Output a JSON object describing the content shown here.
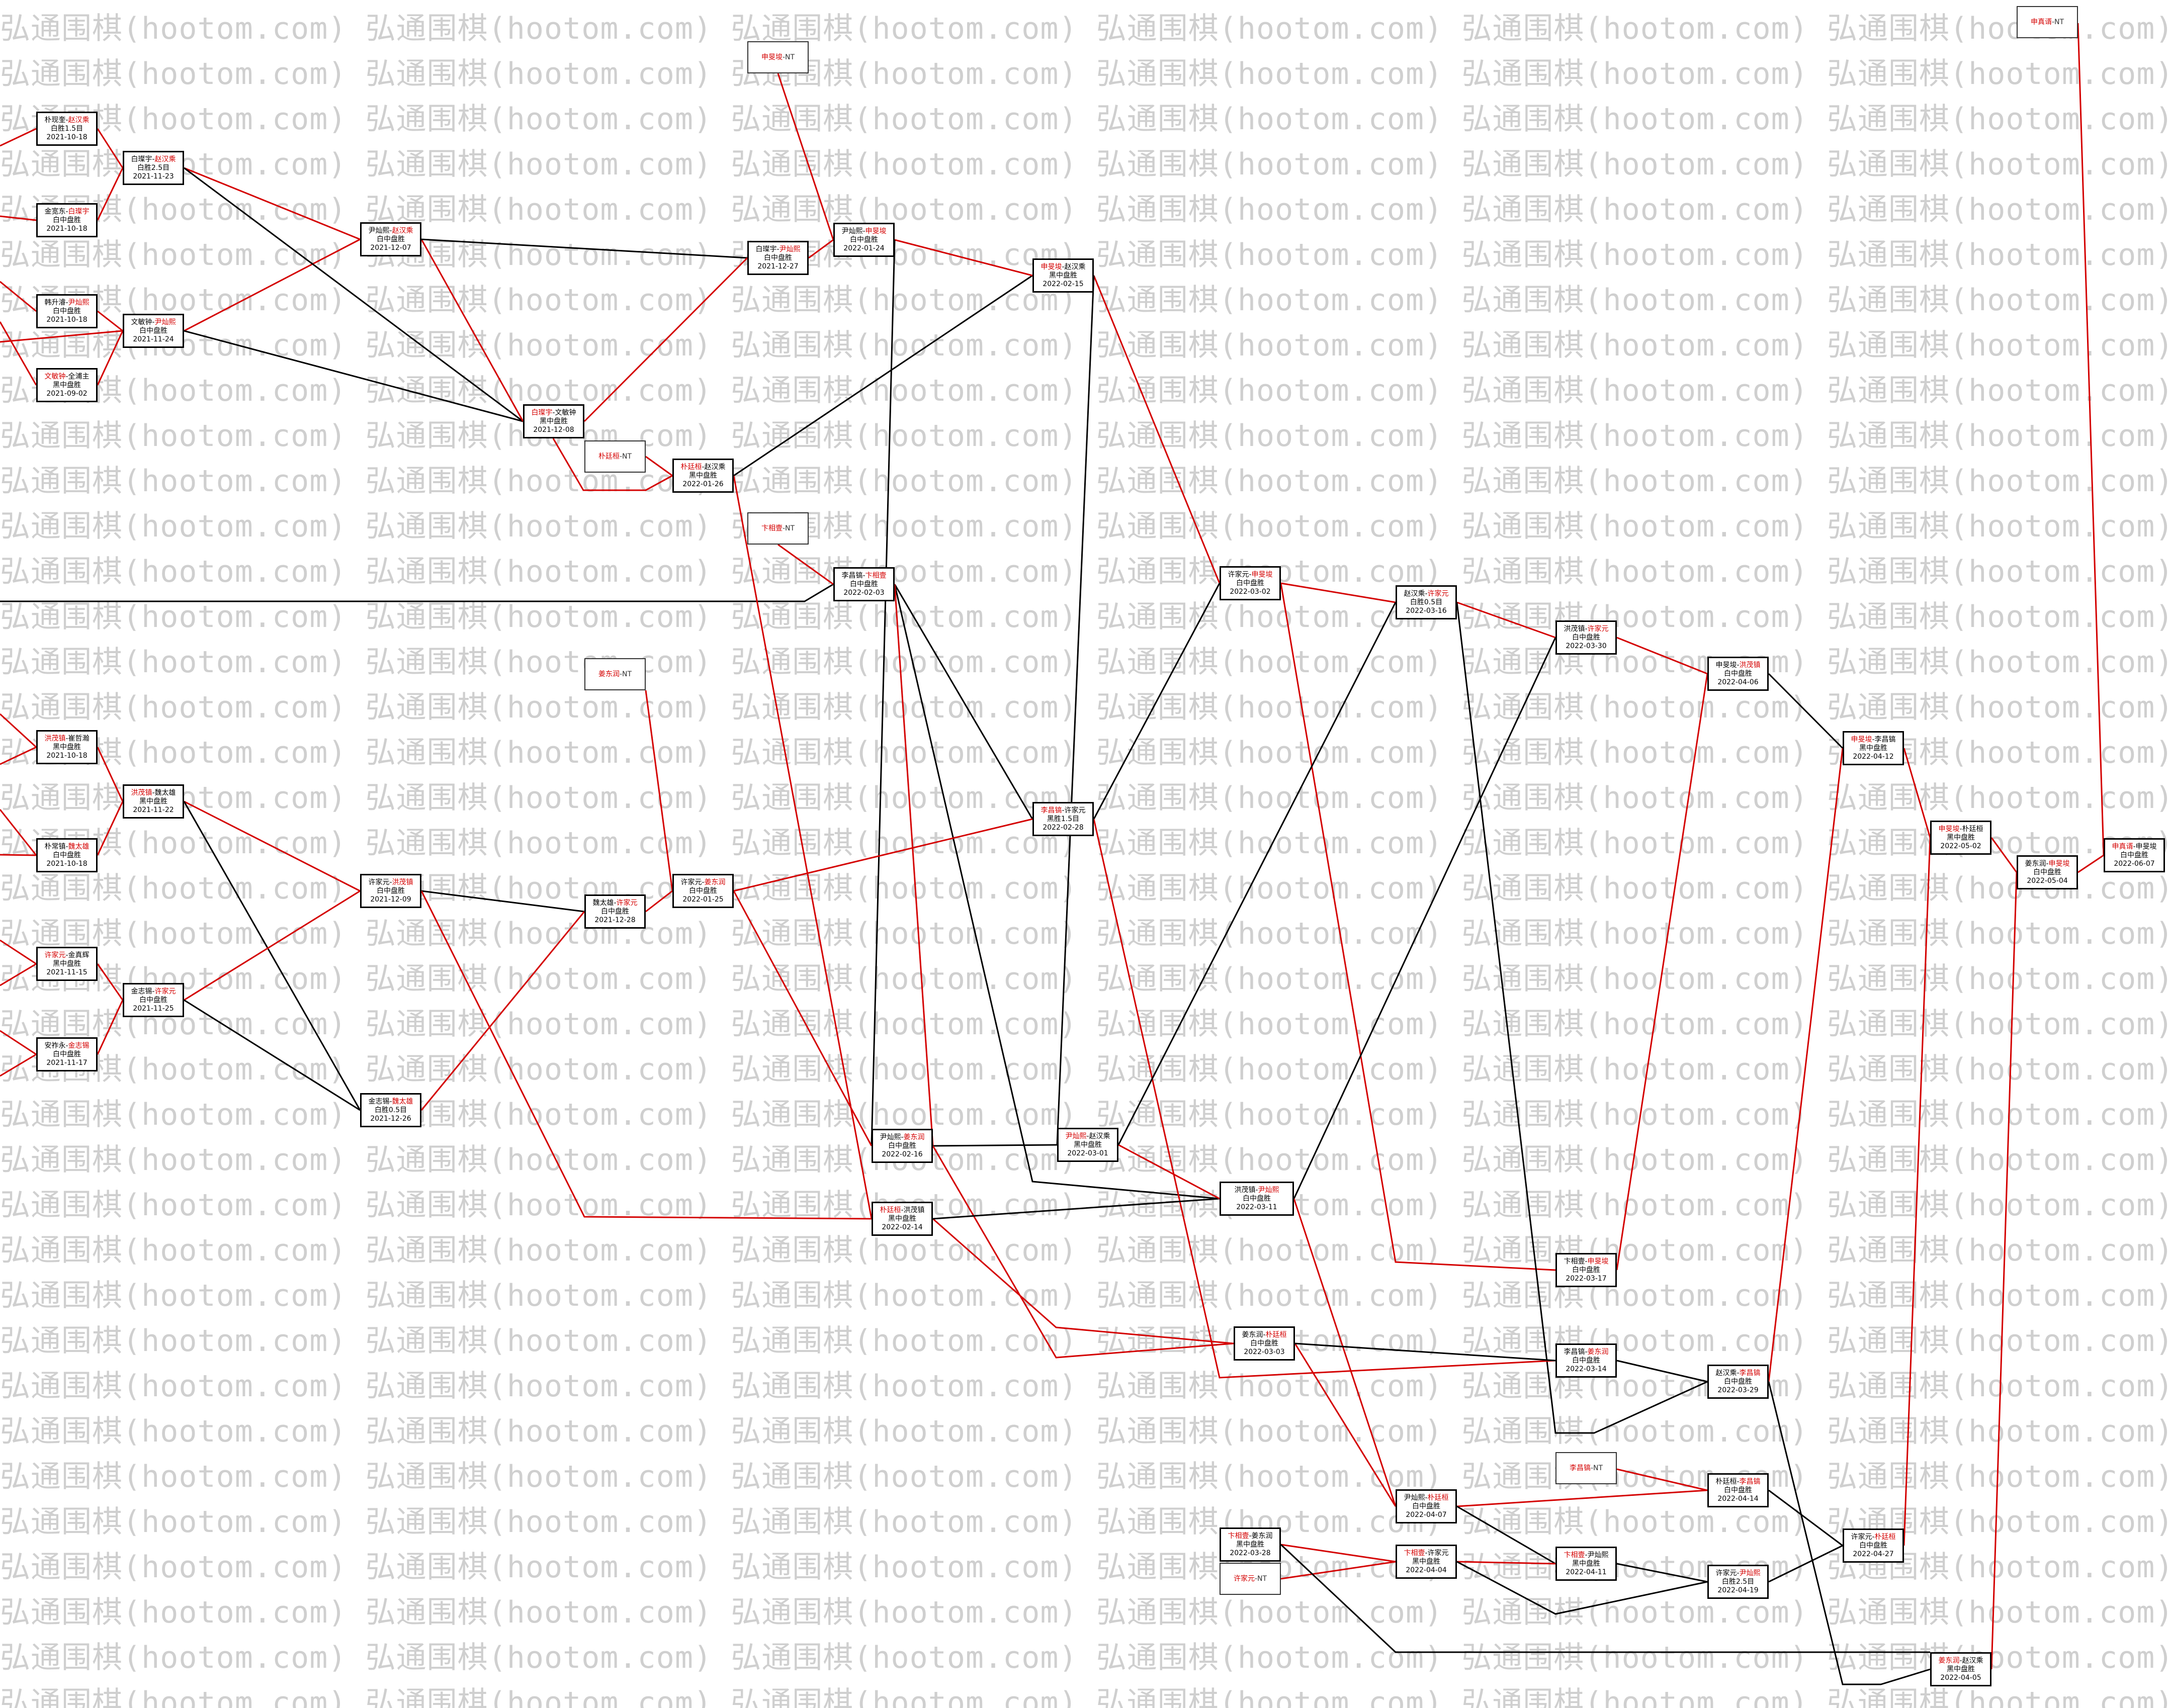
{
  "watermark": "弘通围棋(hootom.com)",
  "colors": {
    "win_line": "#d40000",
    "loss_line": "#000000",
    "winner_text": "#d40000",
    "watermark": "#cfcfcf"
  },
  "nodes": [
    {
      "id": "n1",
      "a": "朴现奎",
      "b": "赵汉乘",
      "w": "b",
      "res": "白胜1.5目",
      "date": "2021-10-18"
    },
    {
      "id": "n2",
      "a": "金宽东",
      "b": "白璨宇",
      "w": "b",
      "res": "白中盘胜",
      "date": "2021-10-18"
    },
    {
      "id": "n3",
      "a": "韩升濬",
      "b": "尹灿熙",
      "w": "b",
      "res": "白中盘胜",
      "date": "2021-10-18"
    },
    {
      "id": "n4",
      "a": "文敏钟",
      "b": "全浦主",
      "w": "a",
      "res": "黑中盘胜",
      "date": "2021-09-02"
    },
    {
      "id": "n5",
      "a": "白璨宇",
      "b": "赵汉乘",
      "w": "b",
      "res": "白胜2.5目",
      "date": "2021-11-23"
    },
    {
      "id": "n6",
      "a": "文敏钟",
      "b": "尹灿熙",
      "w": "b",
      "res": "白中盘胜",
      "date": "2021-11-24"
    },
    {
      "id": "n7",
      "a": "尹灿熙",
      "b": "赵汉乘",
      "w": "b",
      "res": "白中盘胜",
      "date": "2021-12-07"
    },
    {
      "id": "n8",
      "a": "白璨宇",
      "b": "文敏钟",
      "w": "a",
      "res": "黑中盘胜",
      "date": "2021-12-08"
    },
    {
      "id": "n9",
      "a": "朴廷桓",
      "b": "NT",
      "w": "a",
      "res": "",
      "date": ""
    },
    {
      "id": "n10",
      "a": "白璨宇",
      "b": "尹灿熙",
      "w": "b",
      "res": "白中盘胜",
      "date": "2021-12-27"
    },
    {
      "id": "n11",
      "a": "朴廷桓",
      "b": "赵汉乘",
      "w": "a",
      "res": "黑中盘胜",
      "date": "2022-01-26"
    },
    {
      "id": "n12",
      "a": "申旻埈",
      "b": "NT",
      "w": "a",
      "res": "",
      "date": ""
    },
    {
      "id": "n13",
      "a": "尹灿熙",
      "b": "申旻埈",
      "w": "b",
      "res": "白中盘胜",
      "date": "2022-01-24"
    },
    {
      "id": "n14",
      "a": "申旻埈",
      "b": "赵汉乘",
      "w": "a",
      "res": "黑中盘胜",
      "date": "2022-02-15"
    },
    {
      "id": "n15",
      "a": "卞相壹",
      "b": "NT",
      "w": "a",
      "res": "",
      "date": ""
    },
    {
      "id": "n16",
      "a": "李昌镐",
      "b": "卞相壹",
      "w": "b",
      "res": "白中盘胜",
      "date": "2022-02-03"
    },
    {
      "id": "n17",
      "a": "许家元",
      "b": "申旻埈",
      "w": "b",
      "res": "白中盘胜",
      "date": "2022-03-02"
    },
    {
      "id": "n18",
      "a": "赵汉乘",
      "b": "许家元",
      "w": "b",
      "res": "白胜0.5目",
      "date": "2022-03-16"
    },
    {
      "id": "n19",
      "a": "姜东润",
      "b": "NT",
      "w": "a",
      "res": "",
      "date": ""
    },
    {
      "id": "n20",
      "a": "洪茂镇",
      "b": "崔哲瀚",
      "w": "a",
      "res": "黑中盘胜",
      "date": "2021-10-18"
    },
    {
      "id": "n21",
      "a": "朴常镇",
      "b": "魏太雄",
      "w": "b",
      "res": "白中盘胜",
      "date": "2021-10-18"
    },
    {
      "id": "n22",
      "a": "洪茂镇",
      "b": "魏太雄",
      "w": "a",
      "res": "黑中盘胜",
      "date": "2021-11-22"
    },
    {
      "id": "n23",
      "a": "许家元",
      "b": "洪茂镇",
      "w": "b",
      "res": "白中盘胜",
      "date": "2021-12-09"
    },
    {
      "id": "n24",
      "a": "魏太雄",
      "b": "许家元",
      "w": "b",
      "res": "白中盘胜",
      "date": "2021-12-28"
    },
    {
      "id": "n25",
      "a": "许家元",
      "b": "姜东润",
      "w": "b",
      "res": "白中盘胜",
      "date": "2022-01-25"
    },
    {
      "id": "n26",
      "a": "李昌镐",
      "b": "许家元",
      "w": "a",
      "res": "黑胜1.5目",
      "date": "2022-02-28"
    },
    {
      "id": "n27",
      "a": "许家元",
      "b": "金真辉",
      "w": "a",
      "res": "黑中盘胜",
      "date": "2021-11-15"
    },
    {
      "id": "n28",
      "a": "安祚永",
      "b": "金志锡",
      "w": "b",
      "res": "白中盘胜",
      "date": "2021-11-17"
    },
    {
      "id": "n29",
      "a": "金志锡",
      "b": "许家元",
      "w": "b",
      "res": "白中盘胜",
      "date": "2021-11-25"
    },
    {
      "id": "n30",
      "a": "金志锡",
      "b": "魏太雄",
      "w": "b",
      "res": "白胜0.5目",
      "date": "2021-12-26"
    },
    {
      "id": "n31",
      "a": "尹灿熙",
      "b": "姜东润",
      "w": "b",
      "res": "白中盘胜",
      "date": "2022-02-16"
    },
    {
      "id": "n32",
      "a": "尹灿熙",
      "b": "赵汉乘",
      "w": "a",
      "res": "黑中盘胜",
      "date": "2022-03-01"
    },
    {
      "id": "n33",
      "a": "朴廷桓",
      "b": "洪茂镇",
      "w": "a",
      "res": "黑中盘胜",
      "date": "2022-02-14"
    },
    {
      "id": "n34",
      "a": "洪茂镇",
      "b": "尹灿熙",
      "w": "b",
      "res": "白中盘胜",
      "date": "2022-03-11"
    },
    {
      "id": "n35",
      "a": "姜东润",
      "b": "朴廷桓",
      "w": "b",
      "res": "白中盘胜",
      "date": "2022-03-03"
    },
    {
      "id": "n36",
      "a": "洪茂镇",
      "b": "许家元",
      "w": "b",
      "res": "白中盘胜",
      "date": "2022-03-30"
    },
    {
      "id": "n37",
      "a": "申旻埈",
      "b": "洪茂镇",
      "w": "b",
      "res": "白中盘胜",
      "date": "2022-04-06"
    },
    {
      "id": "n38",
      "a": "卞相壹",
      "b": "申旻埈",
      "w": "b",
      "res": "白中盘胜",
      "date": "2022-03-17"
    },
    {
      "id": "n39",
      "a": "李昌镐",
      "b": "姜东润",
      "w": "b",
      "res": "白中盘胜",
      "date": "2022-03-14"
    },
    {
      "id": "n40",
      "a": "赵汉乘",
      "b": "李昌镐",
      "w": "b",
      "res": "白中盘胜",
      "date": "2022-03-29"
    },
    {
      "id": "n41",
      "a": "申旻埈",
      "b": "李昌镐",
      "w": "a",
      "res": "黑中盘胜",
      "date": "2022-04-12"
    },
    {
      "id": "n42",
      "a": "申旻埈",
      "b": "朴廷桓",
      "w": "a",
      "res": "黑中盘胜",
      "date": "2022-05-02"
    },
    {
      "id": "n43",
      "a": "姜东润",
      "b": "申旻埈",
      "w": "b",
      "res": "白中盘胜",
      "date": "2022-05-04"
    },
    {
      "id": "n44",
      "a": "申真谞",
      "b": "申旻埈",
      "w": "a",
      "res": "白中盘胜",
      "date": "2022-06-07"
    },
    {
      "id": "n45",
      "a": "申真谞",
      "b": "NT",
      "w": "a",
      "res": "",
      "date": ""
    },
    {
      "id": "n46",
      "a": "李昌镐",
      "b": "NT",
      "w": "a",
      "res": "",
      "date": ""
    },
    {
      "id": "n47",
      "a": "尹灿熙",
      "b": "朴廷桓",
      "w": "b",
      "res": "白中盘胜",
      "date": "2022-04-07"
    },
    {
      "id": "n48",
      "a": "朴廷桓",
      "b": "李昌镐",
      "w": "b",
      "res": "白中盘胜",
      "date": "2022-04-14"
    },
    {
      "id": "n49",
      "a": "卞相壹",
      "b": "姜东润",
      "w": "a",
      "res": "黑中盘胜",
      "date": "2022-03-28"
    },
    {
      "id": "n50",
      "a": "许家元",
      "b": "NT",
      "w": "a",
      "res": "",
      "date": ""
    },
    {
      "id": "n51",
      "a": "卞相壹",
      "b": "许家元",
      "w": "a",
      "res": "黑中盘胜",
      "date": "2022-04-04"
    },
    {
      "id": "n52",
      "a": "卞相壹",
      "b": "尹灿熙",
      "w": "a",
      "res": "黑中盘胜",
      "date": "2022-04-11"
    },
    {
      "id": "n53",
      "a": "许家元",
      "b": "尹灿熙",
      "w": "b",
      "res": "白胜2.5目",
      "date": "2022-04-19"
    },
    {
      "id": "n54",
      "a": "许家元",
      "b": "朴廷桓",
      "w": "b",
      "res": "白中盘胜",
      "date": "2022-04-27"
    },
    {
      "id": "n55",
      "a": "姜东润",
      "b": "赵汉乘",
      "w": "a",
      "res": "黑中盘胜",
      "date": "2022-04-05"
    }
  ]
}
